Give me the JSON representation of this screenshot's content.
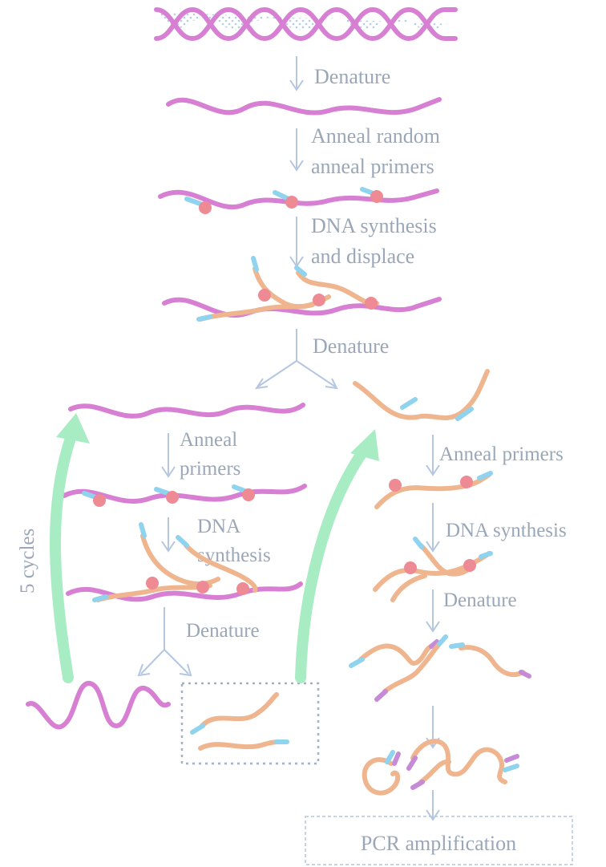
{
  "diagram": {
    "steps": {
      "denature_1": "Denature",
      "anneal_random_line1": "Anneal random",
      "anneal_random_line2": "anneal primers",
      "synthesis_line1": "DNA synthesis",
      "synthesis_line2": "and displace",
      "denature_2": "Denature",
      "left_anneal_line1": "Anneal",
      "left_anneal_line2": "primers",
      "left_synthesis_line1": "DNA",
      "left_synthesis_line2": "synthesis",
      "left_denature": "Denature",
      "cycles": "5 cycles",
      "right_anneal": "Anneal primers",
      "right_synthesis": "DNA synthesis",
      "right_denature": "Denature",
      "final": "PCR amplification"
    },
    "colors": {
      "template_dna": "#d77fd2",
      "new_strand": "#efb58f",
      "primer": "#8fd3ee",
      "polymerase": "#ee8a93",
      "cycle_arrow": "#a8ecc4",
      "text": "#9aa7b8"
    }
  }
}
